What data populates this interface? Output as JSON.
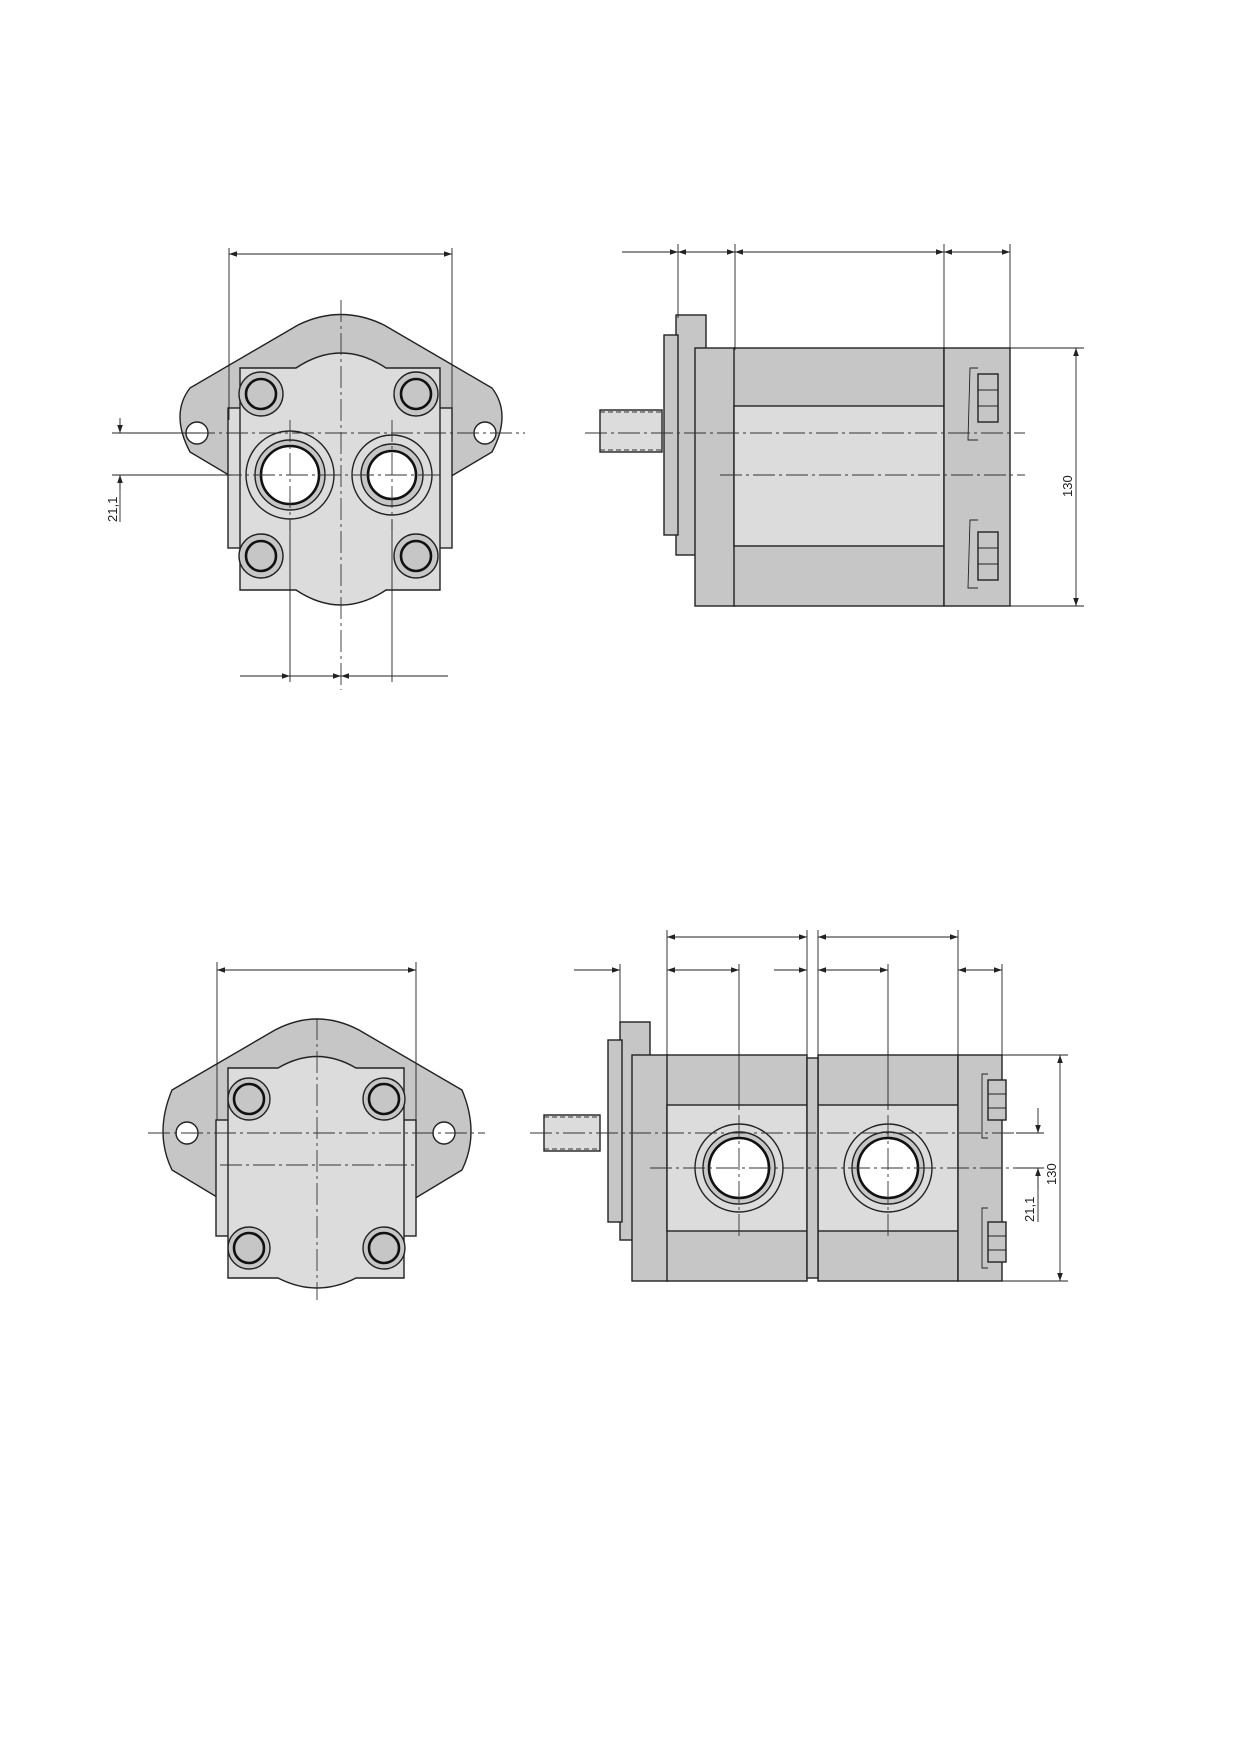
{
  "colors": {
    "body_fill": "#c6c6c6",
    "light_fill": "#dcdcdc",
    "line": "#222222"
  },
  "views": {
    "single_pump_front": {
      "name": "single-pump-front-view"
    },
    "single_pump_side": {
      "name": "single-pump-side-view"
    },
    "double_pump_front": {
      "name": "double-pump-front-view"
    },
    "double_pump_side": {
      "name": "double-pump-side-view"
    }
  },
  "dimensions": {
    "single_front_offset": "21,1",
    "single_side_height": "130",
    "double_side_offset": "21,1",
    "double_side_height": "130"
  }
}
